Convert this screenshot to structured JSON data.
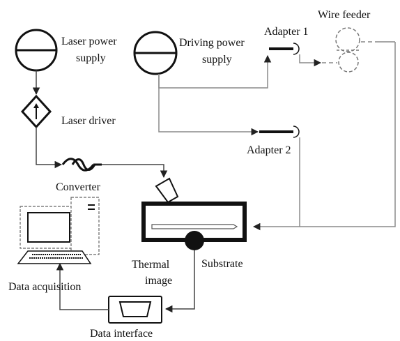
{
  "labels": {
    "laser_power_line1": "Laser power",
    "laser_power_line2": "supply",
    "driving_power_line1": "Driving power",
    "driving_power_line2": "supply",
    "adapter1": "Adapter 1",
    "adapter2": "Adapter 2",
    "wire_feeder": "Wire feeder",
    "laser_driver": "Laser driver",
    "converter": "Converter",
    "thermal_line1": "Thermal",
    "thermal_line2": "image",
    "substrate": "Substrate",
    "data_acquisition": "Data acquisition",
    "data_interface": "Data interface"
  }
}
